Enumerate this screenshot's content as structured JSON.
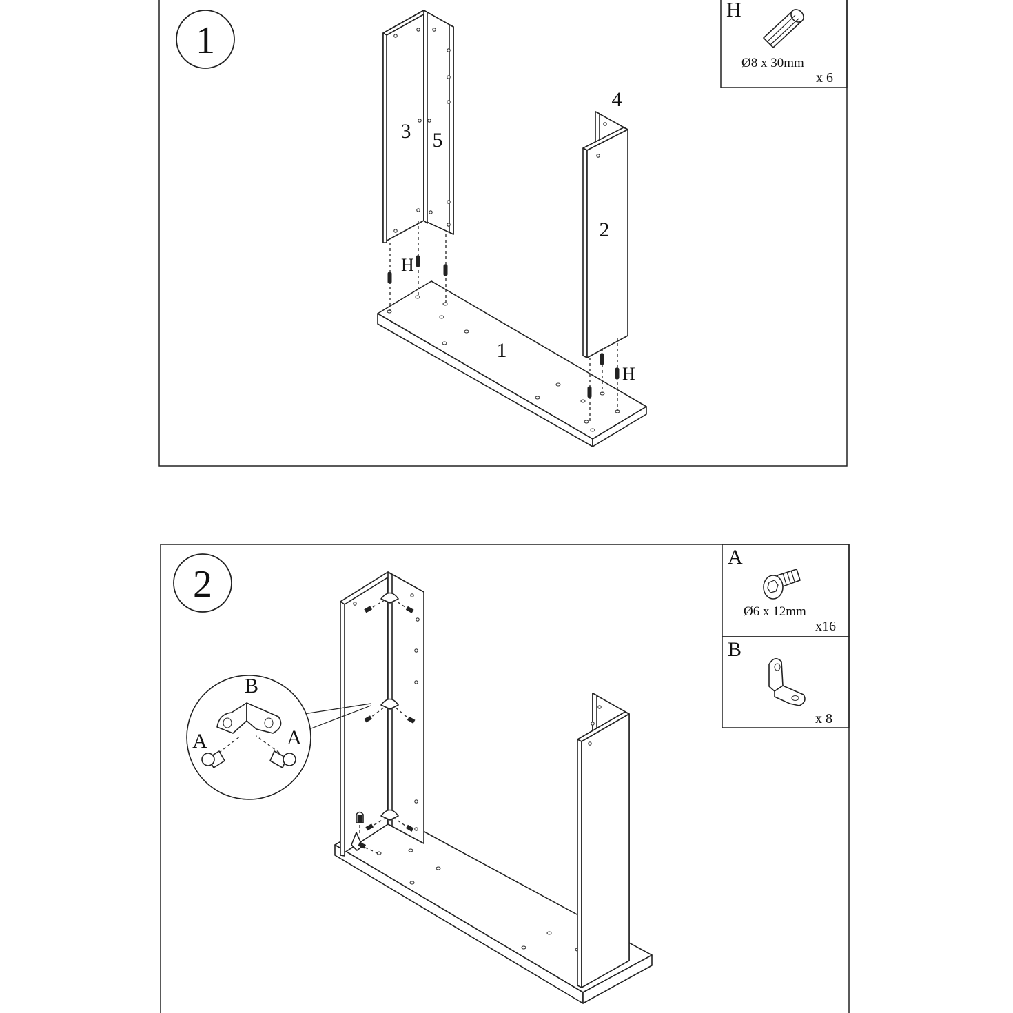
{
  "steps": [
    {
      "number": "1",
      "part_labels": {
        "p1": "1",
        "p2": "2",
        "p3": "3",
        "p4": "4",
        "p5": "5"
      },
      "callouts": {
        "h_left": "H",
        "h_right": "H"
      },
      "hardware": [
        {
          "letter": "H",
          "spec": "Ø8 x 30mm",
          "qty": "x 6",
          "icon": "wooden-dowel-icon"
        }
      ]
    },
    {
      "number": "2",
      "detail": {
        "bracket": "B",
        "screw_left": "A",
        "screw_right": "A"
      },
      "hardware": [
        {
          "letter": "A",
          "spec": "Ø6 x 12mm",
          "qty": "x16",
          "icon": "hex-bolt-icon"
        },
        {
          "letter": "B",
          "spec": "",
          "qty": "x 8",
          "icon": "angle-bracket-icon"
        }
      ]
    }
  ]
}
